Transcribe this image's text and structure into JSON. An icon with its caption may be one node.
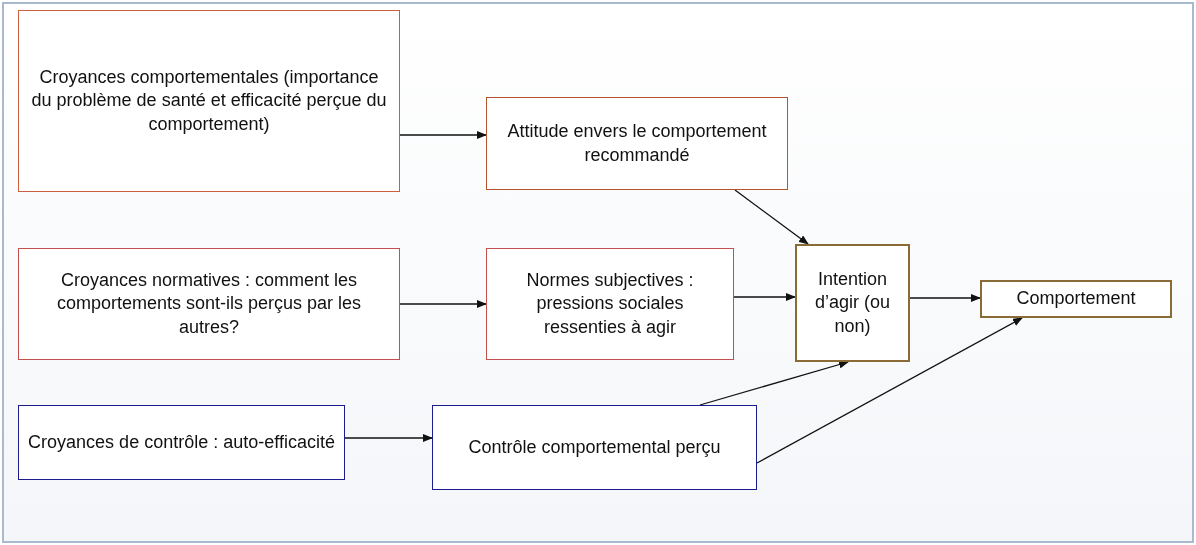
{
  "diagram": {
    "nodes": [
      {
        "text": [
          "Croyances comportementales (importance du problème de santé et efficacité perçue du comportement)"
        ]
      },
      {
        "text": [
          "Attitude envers le comportement recommandé"
        ]
      },
      {
        "text": [
          "Croyances normatives : comment les comportements sont-ils perçus par les autres?"
        ]
      },
      {
        "text": [
          "Normes subjectives : pressions sociales ressenties à agir"
        ]
      },
      {
        "text": [
          "Intention d’agir (ou non)"
        ]
      },
      {
        "text": [
          "Comportement"
        ]
      },
      {
        "text": [
          "Croyances de contrôle : auto-efficacité"
        ]
      },
      {
        "text": [
          "Contrôle comportemental perçu"
        ]
      }
    ],
    "edges": [
      {
        "from": 0,
        "to": 1,
        "arrow": "to"
      },
      {
        "from": 1,
        "to": 4,
        "arrow": "to"
      },
      {
        "from": 2,
        "to": 3,
        "arrow": "to"
      },
      {
        "from": 3,
        "to": 4,
        "arrow": "to"
      },
      {
        "from": 4,
        "to": 5,
        "arrow": "to"
      },
      {
        "from": 6,
        "to": 7,
        "arrow": "to"
      },
      {
        "from": 7,
        "to": 4,
        "arrow": "to"
      },
      {
        "from": 7,
        "to": 5,
        "arrow": "to"
      }
    ]
  }
}
